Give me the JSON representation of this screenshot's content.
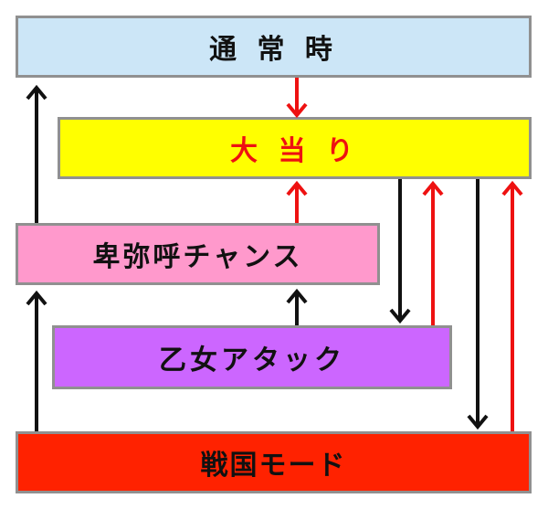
{
  "colors": {
    "arrow_up": "#111111",
    "arrow_red": "#ee1111",
    "border": "#909090"
  },
  "states": [
    {
      "label": "通 常 時",
      "fill": "#cce6f7",
      "text_color": "#111111",
      "spacing": "6px"
    },
    {
      "label": "大 当 り",
      "fill": "#ffff00",
      "text_color": "#ee1111",
      "spacing": "6px"
    },
    {
      "label": "卑弥呼チャンス",
      "fill": "#ff99cc",
      "text_color": "#111111",
      "spacing": "3px"
    },
    {
      "label": "乙女アタック",
      "fill": "#cc66ff",
      "text_color": "#111111",
      "spacing": "4px"
    },
    {
      "label": "戦国モード",
      "fill": "#ff2200",
      "text_color": "#111111",
      "spacing": "2px"
    }
  ]
}
